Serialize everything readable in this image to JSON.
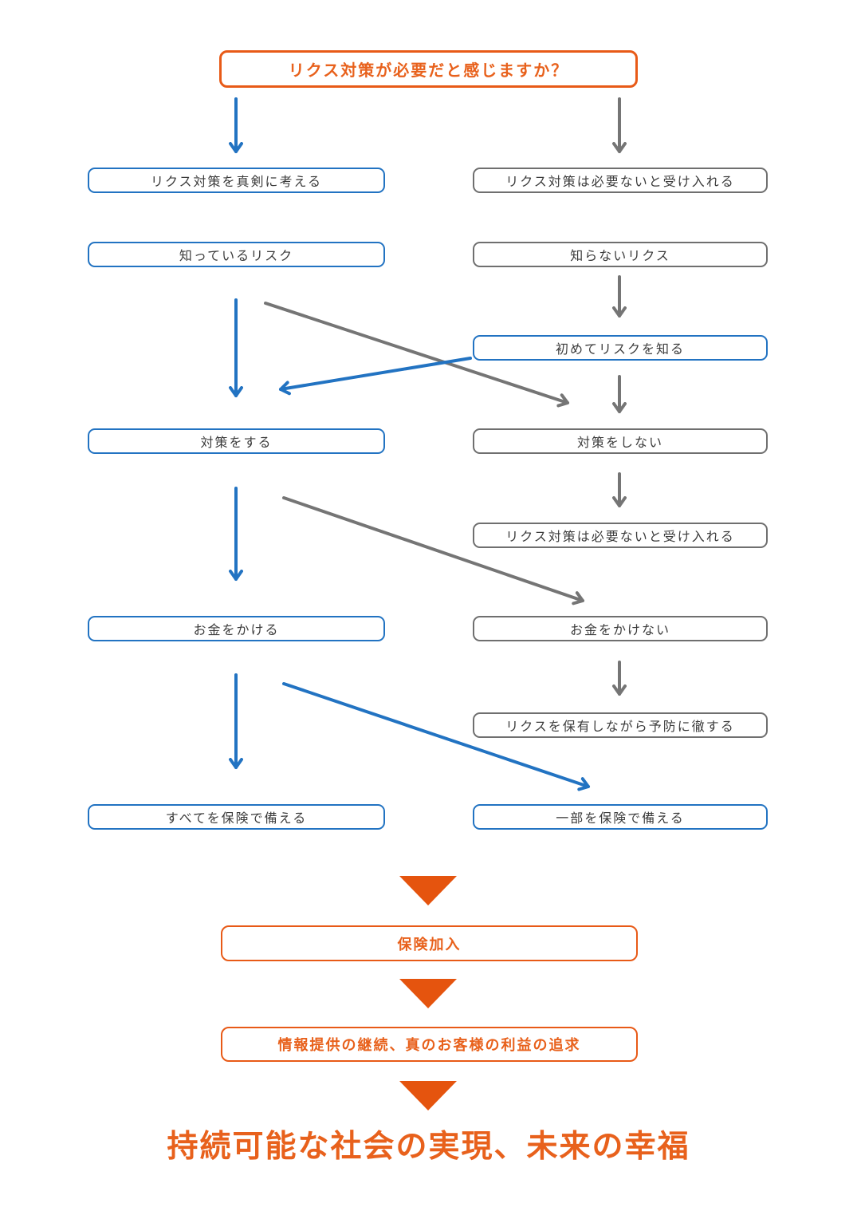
{
  "flow": {
    "question": "リクス対策が必要だと感じますか？",
    "consider_seriously": "リクス対策を真剣に考える",
    "accept_no_need_top": "リクス対策は必要ないと受け入れる",
    "known_risk": "知っているリスク",
    "unknown_risk": "知らないリクス",
    "first_learn_risk": "初めてリスクを知る",
    "take_measures": "対策をする",
    "no_measures": "対策をしない",
    "accept_no_need_mid": "リクス対策は必要ないと受け入れる",
    "spend_money": "お金をかける",
    "not_spend_money": "お金をかけない",
    "retain_risk_prevent": "リクスを保有しながら予防に徹する",
    "insure_everything": "すべてを保険で備える",
    "insure_partially": "一部を保険で備える",
    "join_insurance": "保険加入",
    "continue_info": "情報提供の継続、真のお客様の利益の追求",
    "final_goal": "持続可能な社会の実現、未来の幸福"
  },
  "colors": {
    "orange": "#e8611c",
    "orange_triangle": "#e5540e",
    "blue": "#2273c2",
    "gray": "#6f6f6f",
    "arrow_gray": "#757575",
    "text_dark": "#3b3b3b"
  }
}
